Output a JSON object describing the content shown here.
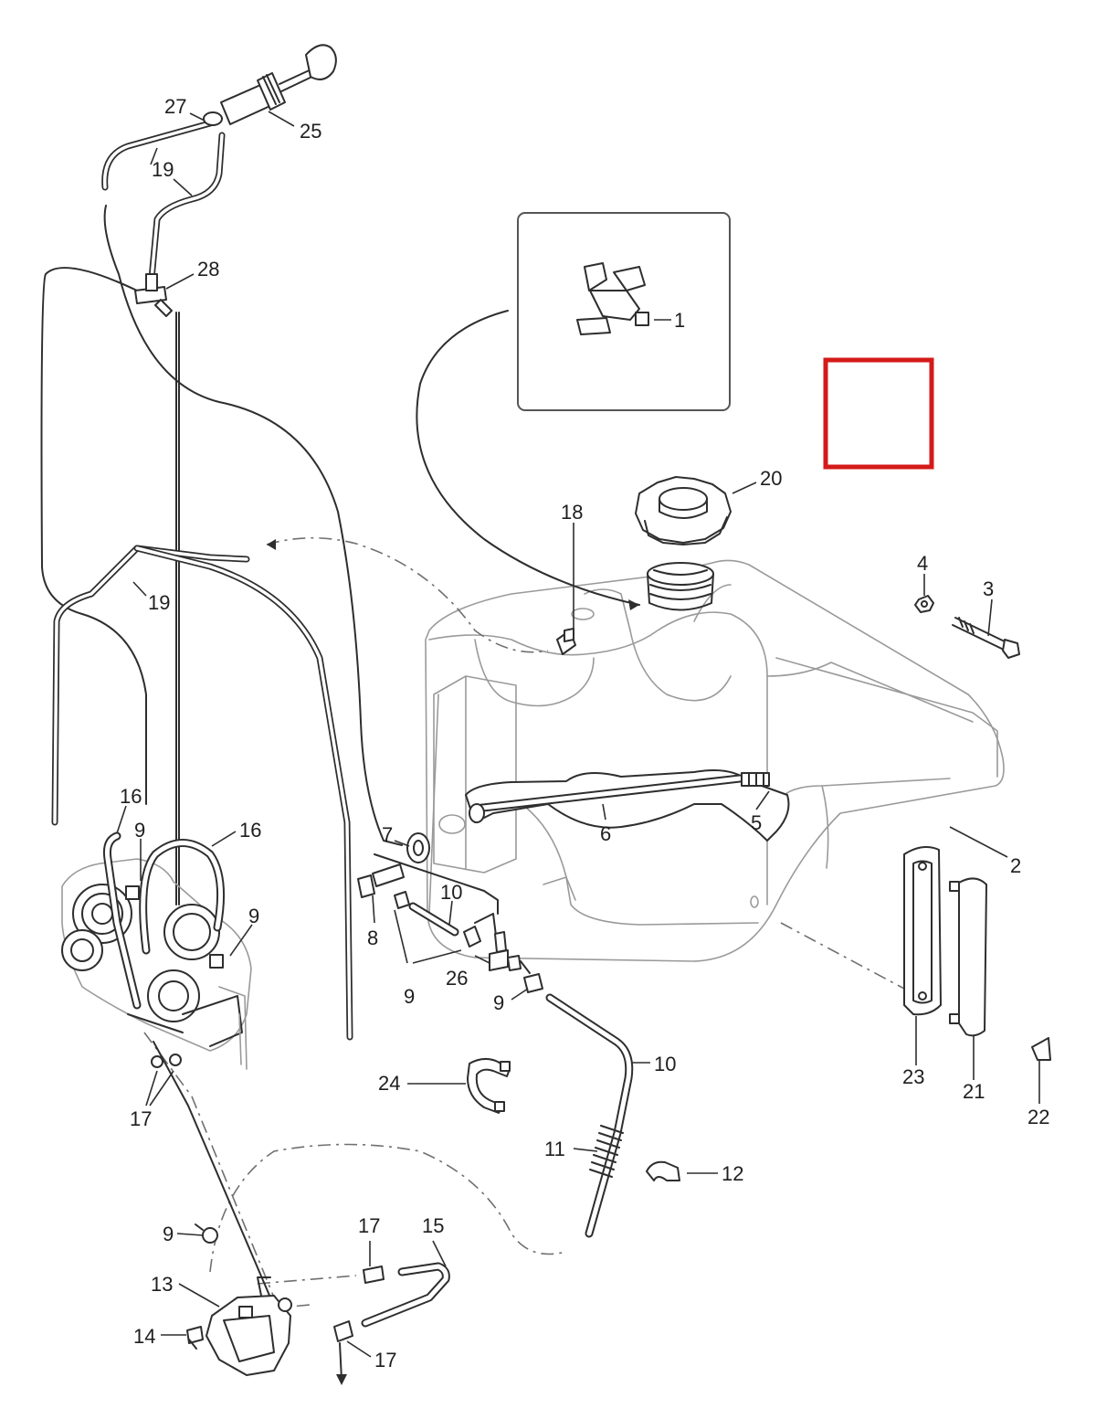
{
  "diagram": {
    "callouts": [
      {
        "id": "c1",
        "text": "1"
      },
      {
        "id": "c2",
        "text": "2"
      },
      {
        "id": "c3",
        "text": "3"
      },
      {
        "id": "c4",
        "text": "4"
      },
      {
        "id": "c5",
        "text": "5"
      },
      {
        "id": "c6",
        "text": "6"
      },
      {
        "id": "c7",
        "text": "7"
      },
      {
        "id": "c8",
        "text": "8"
      },
      {
        "id": "c9a",
        "text": "9"
      },
      {
        "id": "c9b",
        "text": "9"
      },
      {
        "id": "c9c",
        "text": "9"
      },
      {
        "id": "c9d",
        "text": "9"
      },
      {
        "id": "c9e",
        "text": "9"
      },
      {
        "id": "c10a",
        "text": "10"
      },
      {
        "id": "c10b",
        "text": "10"
      },
      {
        "id": "c11",
        "text": "11"
      },
      {
        "id": "c12",
        "text": "12"
      },
      {
        "id": "c13",
        "text": "13"
      },
      {
        "id": "c14",
        "text": "14"
      },
      {
        "id": "c15",
        "text": "15"
      },
      {
        "id": "c16a",
        "text": "16"
      },
      {
        "id": "c16b",
        "text": "16"
      },
      {
        "id": "c17a",
        "text": "17"
      },
      {
        "id": "c17b",
        "text": "17"
      },
      {
        "id": "c17c",
        "text": "17"
      },
      {
        "id": "c18",
        "text": "18"
      },
      {
        "id": "c19a",
        "text": "19"
      },
      {
        "id": "c19b",
        "text": "19"
      },
      {
        "id": "c20",
        "text": "20"
      },
      {
        "id": "c21",
        "text": "21"
      },
      {
        "id": "c22",
        "text": "22"
      },
      {
        "id": "c23",
        "text": "23"
      },
      {
        "id": "c24",
        "text": "24"
      },
      {
        "id": "c25",
        "text": "25"
      },
      {
        "id": "c26",
        "text": "26"
      },
      {
        "id": "c27",
        "text": "27"
      },
      {
        "id": "c28",
        "text": "28"
      }
    ],
    "colors": {
      "line": "#2e2e2e",
      "ghost": "#9a9a9a",
      "highlight": "#d41a1a",
      "background": "#ffffff"
    }
  }
}
